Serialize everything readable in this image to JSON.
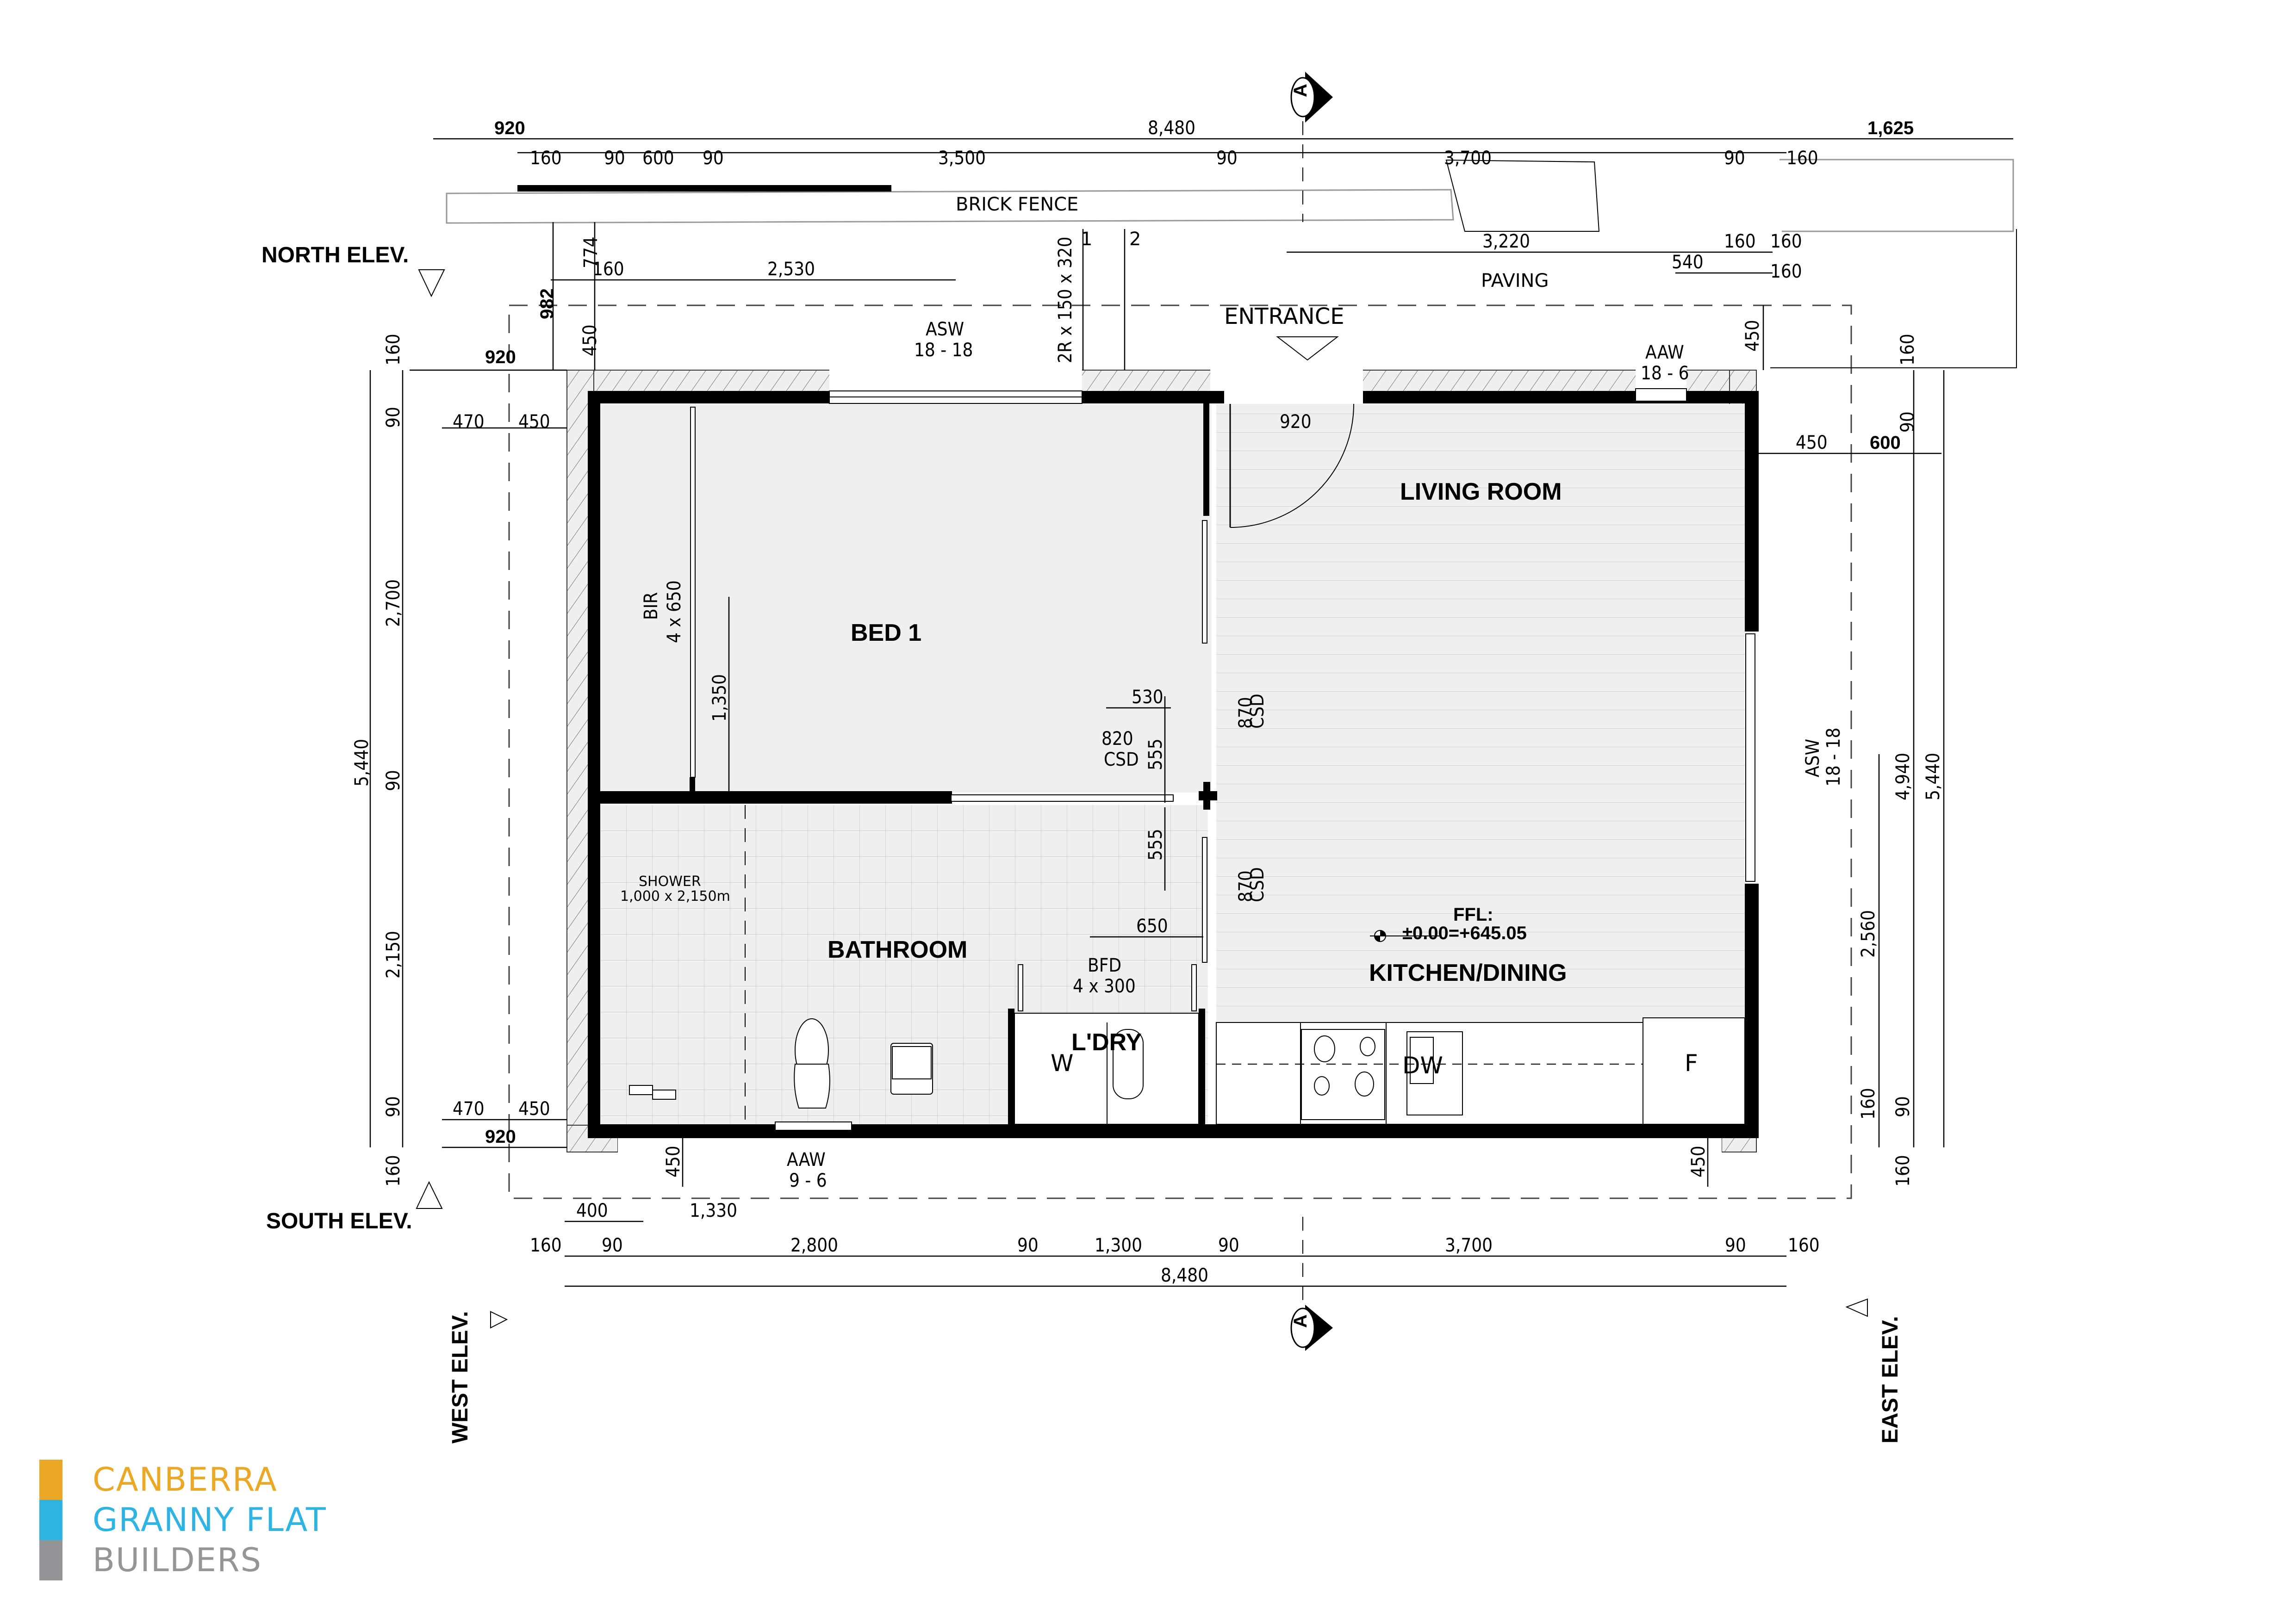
{
  "drawing": {
    "type": "floor-plan",
    "rooms": {
      "bed1": "BED 1",
      "living": "LIVING ROOM",
      "bathroom": "BATHROOM",
      "kitchen": "KITCHEN/DINING",
      "laundry": "L'DRY"
    },
    "labels": {
      "brick_fence": "BRICK FENCE",
      "paving": "PAVING",
      "entrance": "ENTRANCE",
      "bir": "BIR",
      "bir_size": "4 x 650",
      "shower": "SHOWER",
      "shower_size": "1,000 x 2,150m",
      "bfd": "BFD",
      "bfd_size": "4 x 300",
      "csd_820": "820",
      "csd": "CSD",
      "csd_870_a": "870",
      "csd_870_b": "870",
      "washer": "W",
      "dishwasher": "DW",
      "fridge": "F",
      "ffl_title": "FFL:",
      "ffl_value": "±0.00=+645.05",
      "door_920": "920",
      "step1": "1",
      "step2": "2",
      "steps_size": "2R x 150 x 320",
      "section_marker": "A"
    },
    "windows": {
      "north_asw": "ASW",
      "north_asw_size": "18 - 18",
      "north_aaw": "AAW",
      "north_aaw_size": "18 - 6",
      "south_aaw": "AAW",
      "south_aaw_size": "9 - 6",
      "east_asw": "ASW",
      "east_asw_size": "18 - 18"
    },
    "elevations": {
      "north": "NORTH ELEV.",
      "south": "SOUTH ELEV.",
      "west": "WEST ELEV.",
      "east": "EAST ELEV."
    },
    "dims_top": {
      "left_offset": "920",
      "overall": "8,480",
      "right_offset": "1,625",
      "chain": [
        "160",
        "90",
        "600",
        "90",
        "3,500",
        "90",
        "3,700",
        "90",
        "160"
      ],
      "fence_774": "774",
      "d982": "982",
      "d160_a": "160",
      "d2530": "2,530",
      "d3220": "3,220",
      "d160_b": "160",
      "d540": "540",
      "d160_c": "160",
      "d450_nl": "450",
      "d450_nr": "450"
    },
    "dims_left": {
      "overall": "5,440",
      "chain": [
        "160",
        "90",
        "2,700",
        "90",
        "2,150",
        "90",
        "160"
      ],
      "top_920": "920",
      "top_470": "470",
      "top_450": "450",
      "bot_470": "470",
      "bot_450": "450",
      "bot_920": "920"
    },
    "dims_right": {
      "d160_top": "160",
      "d90_top": "90",
      "d450": "450",
      "d600": "600",
      "d2560": "2,560",
      "d4940": "4,940",
      "d5440": "5,440",
      "d160_b1": "160",
      "d90_b": "90",
      "d160_b2": "160"
    },
    "dims_bottom": {
      "d450_l": "450",
      "d450_r": "450",
      "d400": "400",
      "d1330": "1,330",
      "chain": [
        "160",
        "90",
        "2,800",
        "90",
        "1,300",
        "90",
        "3,700",
        "90",
        "160"
      ],
      "overall": "8,480"
    },
    "dims_interior": {
      "d1350": "1,350",
      "d530": "530",
      "d555_a": "555",
      "d555_b": "555",
      "d650": "650"
    }
  },
  "brand": {
    "line1": "CANBERRA",
    "line2": "GRANNY FLAT",
    "line3": "BUILDERS",
    "colors": {
      "orange": "#EBA827",
      "blue": "#2EB3E3",
      "gray": "#939598"
    }
  }
}
